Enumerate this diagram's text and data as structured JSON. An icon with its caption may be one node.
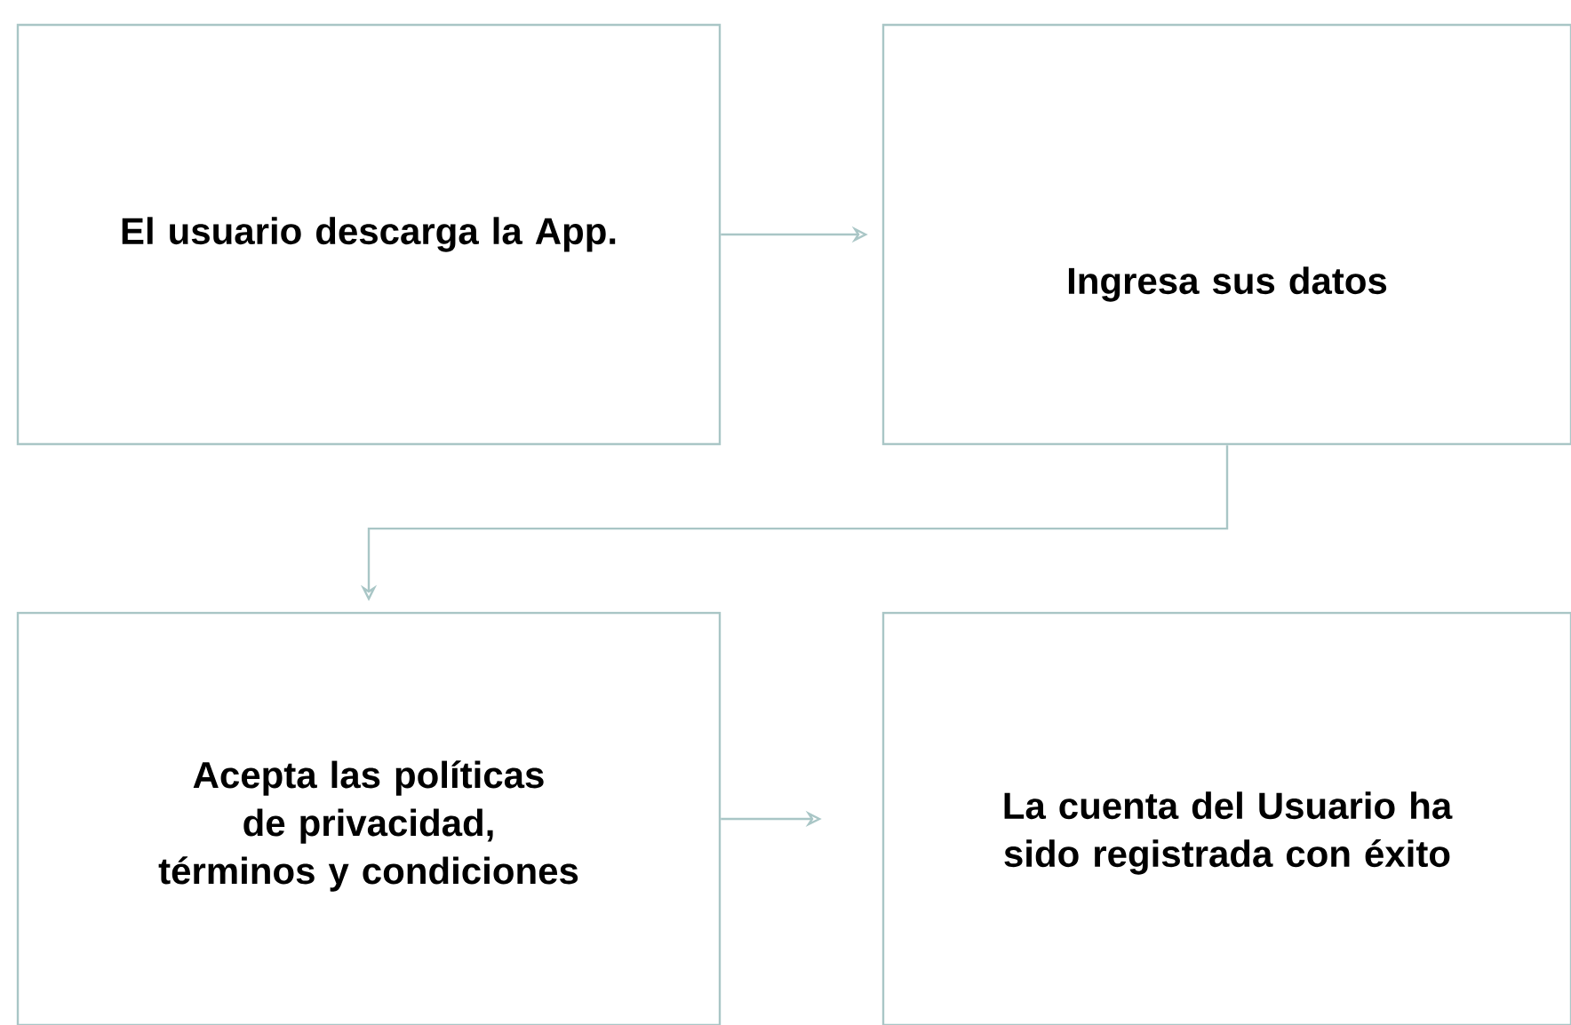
{
  "diagram": {
    "nodes": [
      {
        "text": [
          "El usuario descarga la App."
        ]
      },
      {
        "text": [
          "Ingresa sus datos"
        ]
      },
      {
        "text": [
          "Acepta las políticas de privacidad, términos y condiciones"
        ]
      },
      {
        "text": [
          "La cuenta del Usuario ha sido registrada con éxito"
        ]
      }
    ],
    "edges": [
      {
        "from": 0,
        "to": 1,
        "arrow": "to"
      },
      {
        "from": 1,
        "to": 2,
        "arrow": "to"
      },
      {
        "from": 2,
        "to": 3,
        "arrow": "to"
      }
    ]
  }
}
